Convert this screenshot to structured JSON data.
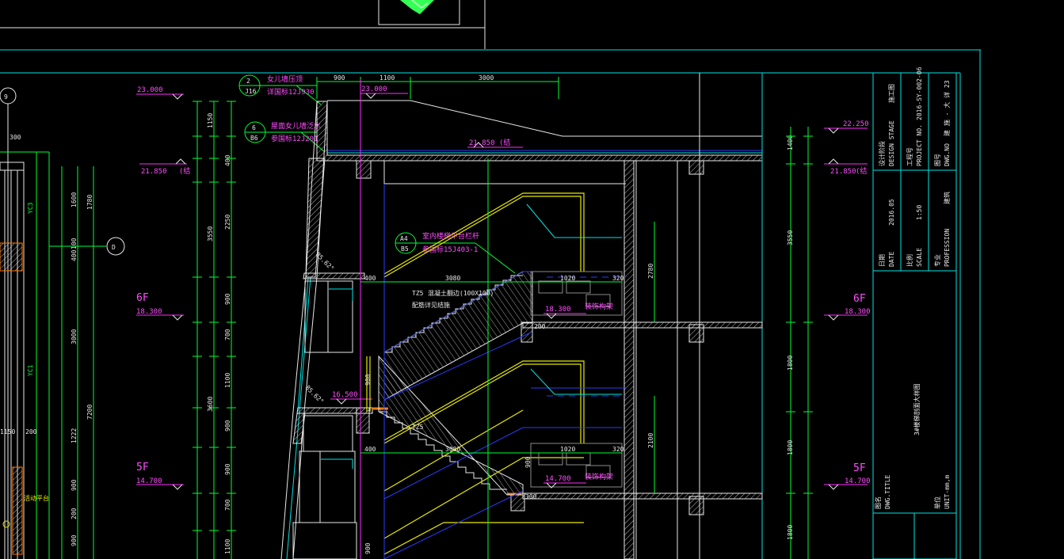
{
  "window": {
    "width": 1343,
    "height": 706
  },
  "colors": {
    "background": "#000000",
    "cyan": "#00e5e5",
    "white": "#e8e8e8",
    "green": "#00ff33",
    "magenta": "#ff4dff",
    "yellow": "#e8e800",
    "blue": "#2a3cff",
    "orange": "#ff7a00"
  },
  "floors": {
    "f6": "6F",
    "f6_elev": "18.300",
    "f5": "5F",
    "f5_elev": "14.700"
  },
  "elevations": {
    "top_left": "23.000",
    "top_mid": "23.000",
    "roof_left": "21.850",
    "roof_left_note": "(结",
    "roof_mid": "21.850",
    "roof_mid_note": "(结",
    "roof_right_top": "22.250",
    "roof_right": "21.850",
    "roof_right_note": "(结",
    "landing_6f": "18.300",
    "landing_mid": "16.500",
    "landing_5f": "14.700"
  },
  "dims_top": [
    "900",
    "1100",
    "3000"
  ],
  "dims_left": [
    "1150",
    "400",
    "3550",
    "2250",
    "900",
    "700",
    "1100",
    "3600",
    "900",
    "900",
    "700",
    "1100"
  ],
  "dims_left2": [
    "1600",
    "1780",
    "100",
    "400",
    "3000",
    "7200",
    "1222",
    "900",
    "200",
    "900"
  ],
  "dims_right": [
    "1400",
    "3550",
    "1800",
    "1800",
    "1800"
  ],
  "dims_stair": {
    "w1": "400",
    "run1": "3080",
    "seg1": "1020",
    "seg2": "320",
    "h1": "2780",
    "w2": "400",
    "run2": "3080",
    "seg3": "1020",
    "seg4": "320",
    "h2": "2100",
    "s1": "900",
    "s2": "900",
    "s3": "900",
    "s4": "300",
    "s5": "200",
    "s6": "900"
  },
  "callouts": [
    {
      "num": "2",
      "sheet": "J16",
      "line1": "女儿墙压顶",
      "line2": "详国标12J930"
    },
    {
      "num": "6",
      "sheet": "B6",
      "line1": "屋面女儿墙泛水",
      "line2": "参国标12J201"
    },
    {
      "num": "A4",
      "sheet": "B5",
      "line1": "室内楼梯平台栏杆",
      "line2": "参国标15J403-1"
    }
  ],
  "notes": {
    "tz_code": "TZ5",
    "tz_text": "混凝土翻边(100X100)",
    "tz_text2": "配筋详见结施",
    "decor1": "装饰构架",
    "decor2": "装饰构架",
    "slope1": "85.62°",
    "slope2": "85.62°",
    "platform": "活动平台",
    "axis_9": "9",
    "axis_d": "D",
    "yc3": "YC3",
    "yc1": "YC1"
  },
  "title_block": {
    "stage_label": "设计阶段",
    "stage_en": "DESIGN STAGE",
    "stage_val": "施工图",
    "proj_label": "工程号",
    "proj_en": "PROJECT NO.",
    "proj_val": "2016-SY-002-06",
    "dwg_label": "图号",
    "dwg_en": "DWG.NO",
    "dwg_val": "建 施 - 大 详 23",
    "date_label": "日期",
    "date_en": "DATE",
    "date_val": "2016.05",
    "scale_label": "比例",
    "scale_en": "SCALE",
    "scale_val": "1:50",
    "prof_label": "专业",
    "prof_en": "PROFESSION",
    "prof_val": "建筑",
    "title_label": "图名",
    "title_en": "DWG.TITLE",
    "title_val": "3#楼梯剖面大样图",
    "unit_label": "单位",
    "unit_en": "UNIT-mm,m"
  }
}
